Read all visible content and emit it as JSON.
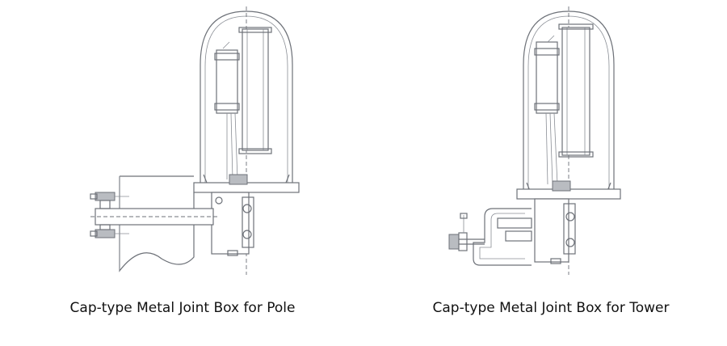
{
  "figures": [
    {
      "id": "pole",
      "caption": "Cap-type Metal Joint Box for Pole"
    },
    {
      "id": "tower",
      "caption": "Cap-type Metal Joint Box for Tower"
    }
  ],
  "colors": {
    "line": "#6d7178",
    "background": "#ffffff",
    "text": "#111111"
  }
}
